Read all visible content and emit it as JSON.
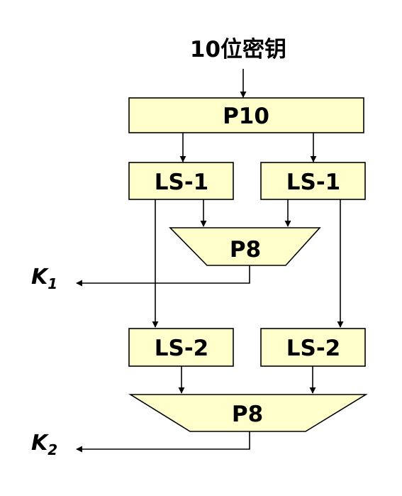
{
  "title": "10位密钥",
  "colors": {
    "box_fill": "#FFFFCC",
    "stroke": "#000000"
  },
  "p10": {
    "label": "P10"
  },
  "ls1_left": {
    "label": "LS-1"
  },
  "ls1_right": {
    "label": "LS-1"
  },
  "p8_top": {
    "label": "P8"
  },
  "ls2_left": {
    "label": "LS-2"
  },
  "ls2_right": {
    "label": "LS-2"
  },
  "p8_bottom": {
    "label": "P8"
  },
  "k1": {
    "letter": "K",
    "sub": "1"
  },
  "k2": {
    "letter": "K",
    "sub": "2"
  }
}
